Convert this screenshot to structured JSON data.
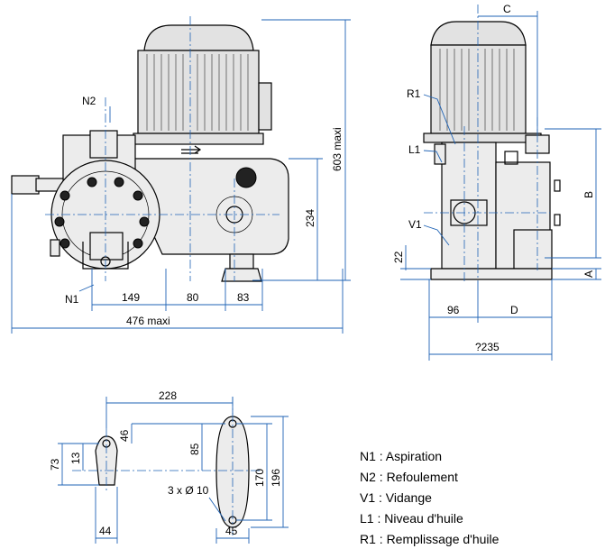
{
  "front_view": {
    "labels": {
      "n2": "N2",
      "n1": "N1"
    },
    "dims": {
      "d149": "149",
      "d80": "80",
      "d83": "83",
      "d476": "476 maxi",
      "d603": "603 maxi",
      "d234": "234"
    }
  },
  "side_view": {
    "labels": {
      "c": "C",
      "r1": "R1",
      "l1": "L1",
      "v1": "V1"
    },
    "dims": {
      "d22": "22",
      "b": "B",
      "a": "A",
      "d96": "96",
      "dd": "D",
      "d235": "?235"
    }
  },
  "base_view": {
    "dims": {
      "d228": "228",
      "d46": "46",
      "d85": "85",
      "d73": "73",
      "d13": "13",
      "d170": "170",
      "d196": "196",
      "holes": "3 x Ø 10",
      "d44": "44",
      "d45": "45"
    }
  },
  "legend": [
    "N1 : Aspiration",
    "N2 : Refoulement",
    "V1 : Vidange",
    "L1 : Niveau d'huile",
    "R1 : Remplissage d'huile"
  ]
}
